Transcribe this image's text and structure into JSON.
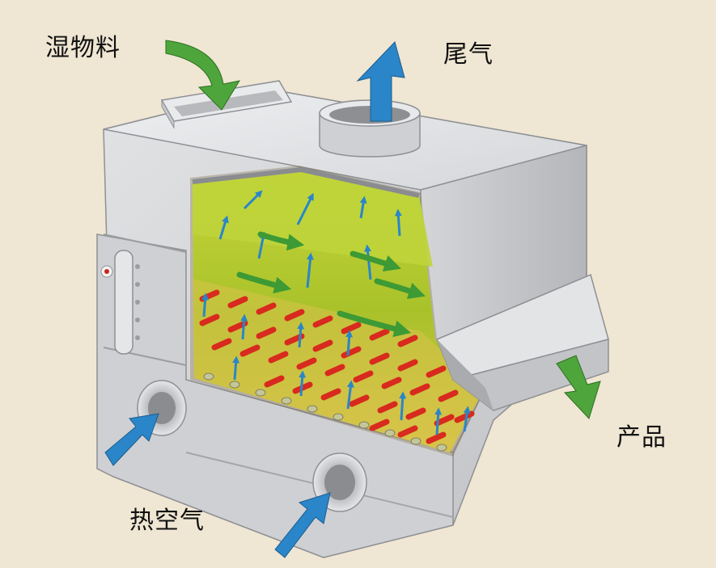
{
  "labels": {
    "wet_material": "湿物料",
    "exhaust_gas": "尾气",
    "product": "产品",
    "hot_air": "热空气"
  },
  "colors": {
    "background": "#efe6d3",
    "housing": "#d7d8da",
    "bed_material": "#b7cc2a",
    "heating_tubes": "#d82a1e",
    "air_arrows": "#2a86c8",
    "material_arrows": "#3d9a35"
  }
}
